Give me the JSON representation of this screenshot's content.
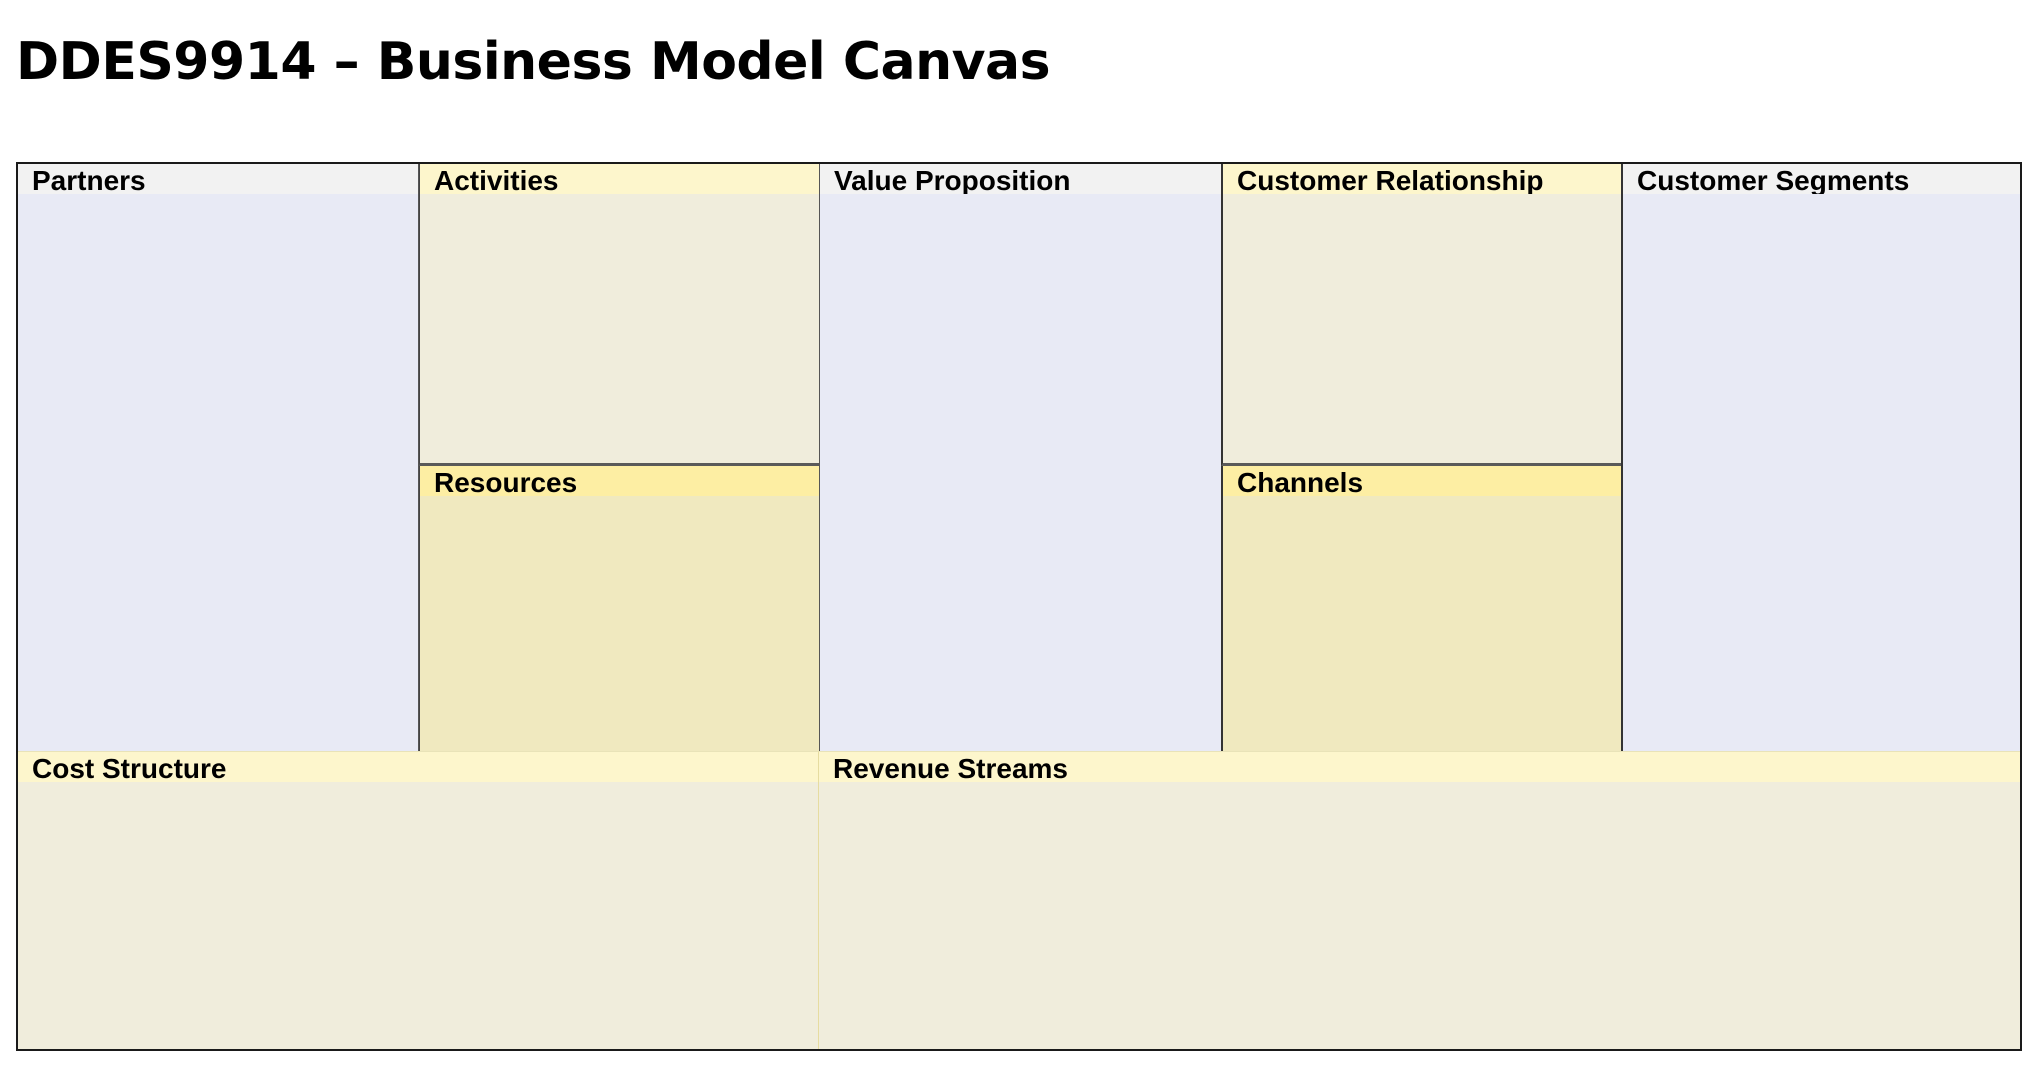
{
  "document": {
    "title": "DDES9914 – Business Model Canvas"
  },
  "canvas": {
    "partners": "Partners",
    "activities": "Activities",
    "resources": "Resources",
    "value_proposition": "Value Proposition",
    "customer_relationship": "Customer Relationship",
    "channels": "Channels",
    "customer_segments": "Customer Segments",
    "cost_structure": "Cost Structure",
    "revenue_streams": "Revenue Streams"
  },
  "colors": {
    "blue_fill": "#e8eaf5",
    "cream_fill": "#f0eddc",
    "yellow_fill": "#f0e9bf",
    "header_gray": "#f2f2f2",
    "header_light_yellow": "#fdf6cc",
    "header_yellow": "#fdeea3",
    "border": "#1a1a1a"
  }
}
